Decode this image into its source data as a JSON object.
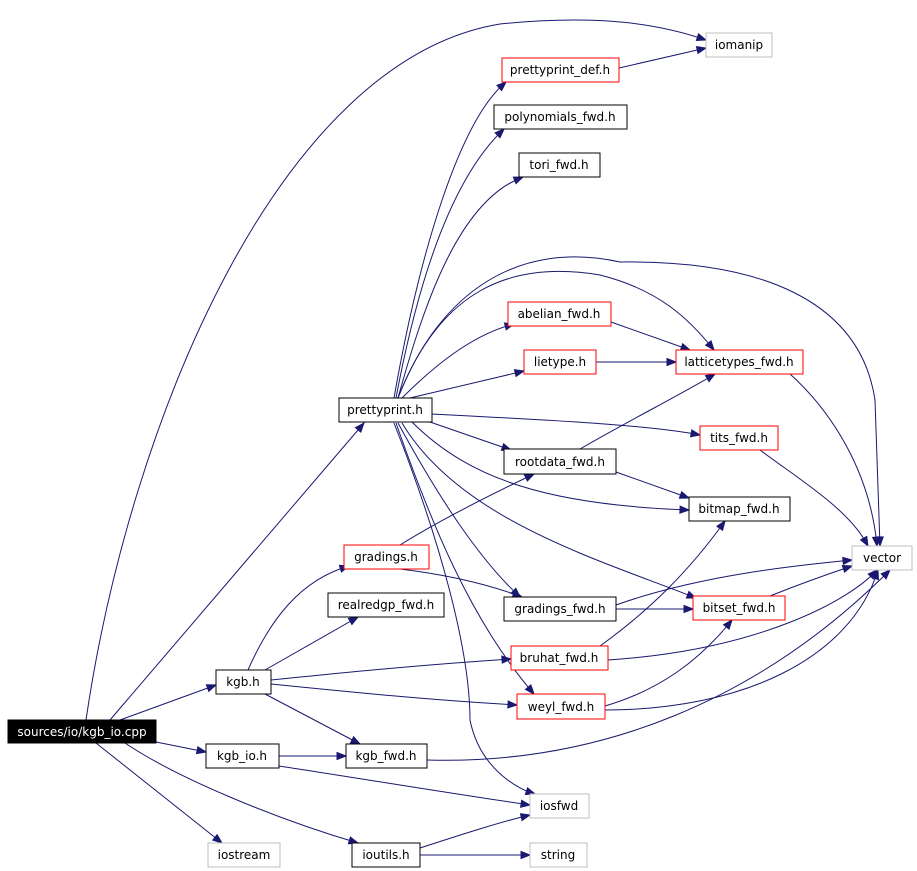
{
  "colors": {
    "edge": "#191970",
    "border_normal": "#000000",
    "border_truncated": "#ff0000",
    "border_external": "#bfbfbf",
    "root_fill": "#000000",
    "root_text": "#ffffff",
    "text": "#000000",
    "background": "#ffffff"
  },
  "nodes": {
    "root": {
      "label": "sources/io/kgb_io.cpp",
      "kind": "root"
    },
    "iomanip": {
      "label": "iomanip",
      "kind": "external"
    },
    "prettyprint_def": {
      "label": "prettyprint_def.h",
      "kind": "truncated"
    },
    "polynomials_fwd": {
      "label": "polynomials_fwd.h",
      "kind": "normal"
    },
    "tori_fwd": {
      "label": "tori_fwd.h",
      "kind": "normal"
    },
    "abelian_fwd": {
      "label": "abelian_fwd.h",
      "kind": "truncated"
    },
    "lietype": {
      "label": "lietype.h",
      "kind": "truncated"
    },
    "latticetypes_fwd": {
      "label": "latticetypes_fwd.h",
      "kind": "truncated"
    },
    "prettyprint": {
      "label": "prettyprint.h",
      "kind": "normal"
    },
    "tits_fwd": {
      "label": "tits_fwd.h",
      "kind": "truncated"
    },
    "rootdata_fwd": {
      "label": "rootdata_fwd.h",
      "kind": "normal"
    },
    "bitmap_fwd": {
      "label": "bitmap_fwd.h",
      "kind": "normal"
    },
    "gradings": {
      "label": "gradings.h",
      "kind": "truncated"
    },
    "vector": {
      "label": "vector",
      "kind": "external"
    },
    "realredgp_fwd": {
      "label": "realredgp_fwd.h",
      "kind": "normal"
    },
    "gradings_fwd": {
      "label": "gradings_fwd.h",
      "kind": "normal"
    },
    "bitset_fwd": {
      "label": "bitset_fwd.h",
      "kind": "truncated"
    },
    "kgb": {
      "label": "kgb.h",
      "kind": "normal"
    },
    "bruhat_fwd": {
      "label": "bruhat_fwd.h",
      "kind": "truncated"
    },
    "weyl_fwd": {
      "label": "weyl_fwd.h",
      "kind": "truncated"
    },
    "kgb_io": {
      "label": "kgb_io.h",
      "kind": "normal"
    },
    "kgb_fwd": {
      "label": "kgb_fwd.h",
      "kind": "normal"
    },
    "iosfwd": {
      "label": "iosfwd",
      "kind": "external"
    },
    "iostream": {
      "label": "iostream",
      "kind": "external"
    },
    "ioutils": {
      "label": "ioutils.h",
      "kind": "normal"
    },
    "string": {
      "label": "string",
      "kind": "external"
    }
  }
}
